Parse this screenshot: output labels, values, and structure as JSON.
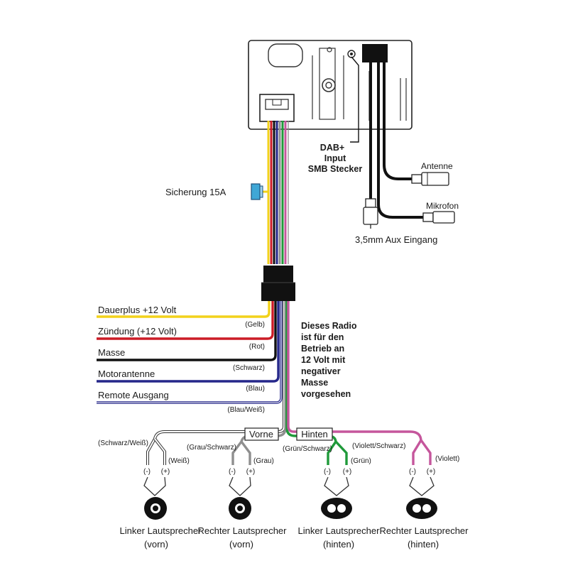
{
  "radio": {
    "dab_lines": [
      "DAB+",
      "Input",
      "SMB Stecker"
    ]
  },
  "fuse": {
    "label": "Sicherung 15A"
  },
  "antenna_label": "Antenne",
  "microphone_label": "Mikrofon",
  "aux_label": "3,5mm Aux Eingang",
  "wires": [
    {
      "label": "Dauerplus +12 Volt",
      "color_name": "(Gelb)",
      "hex": "#f2d21b"
    },
    {
      "label": "Zündung (+12 Volt)",
      "color_name": "(Rot)",
      "hex": "#cc1c26"
    },
    {
      "label": "Masse",
      "color_name": "(Schwarz)",
      "hex": "#111111"
    },
    {
      "label": "Motorantenne",
      "color_name": "(Blau)",
      "hex": "#25278a"
    },
    {
      "label": "Remote Ausgang",
      "color_name": "(Blau/Weiß)",
      "hex": "#25278a"
    }
  ],
  "note_lines": [
    "Dieses Radio",
    "ist für den",
    "Betrieb an",
    "12 Volt mit",
    "negativer",
    "Masse",
    "vorgesehen"
  ],
  "front_label": "Vorne",
  "rear_label": "Hinten",
  "speakers": [
    {
      "neg_wire": "(Schwarz/Weiß)",
      "pos_wire": "(Weiß)",
      "name_line1": "Linker Lautsprecher",
      "name_line2": "(vorn)",
      "wire_hex": "#ffffff"
    },
    {
      "neg_wire": "(Grau/Schwarz)",
      "pos_wire": "(Grau)",
      "name_line1": "Rechter Lautsprecher",
      "name_line2": "(vorn)",
      "wire_hex": "#9a9a9a"
    },
    {
      "neg_wire": "(Grün/Schwarz)",
      "pos_wire": "(Grün)",
      "name_line1": "Linker Lautsprecher",
      "name_line2": "(hinten)",
      "wire_hex": "#1f9a3a"
    },
    {
      "neg_wire": "(Violett/Schwarz)",
      "pos_wire": "(Violett)",
      "name_line1": "Rechter Lautsprecher",
      "name_line2": "(hinten)",
      "wire_hex": "#c5569c"
    }
  ],
  "polarity": {
    "neg": "(-)",
    "pos": "(+)"
  }
}
